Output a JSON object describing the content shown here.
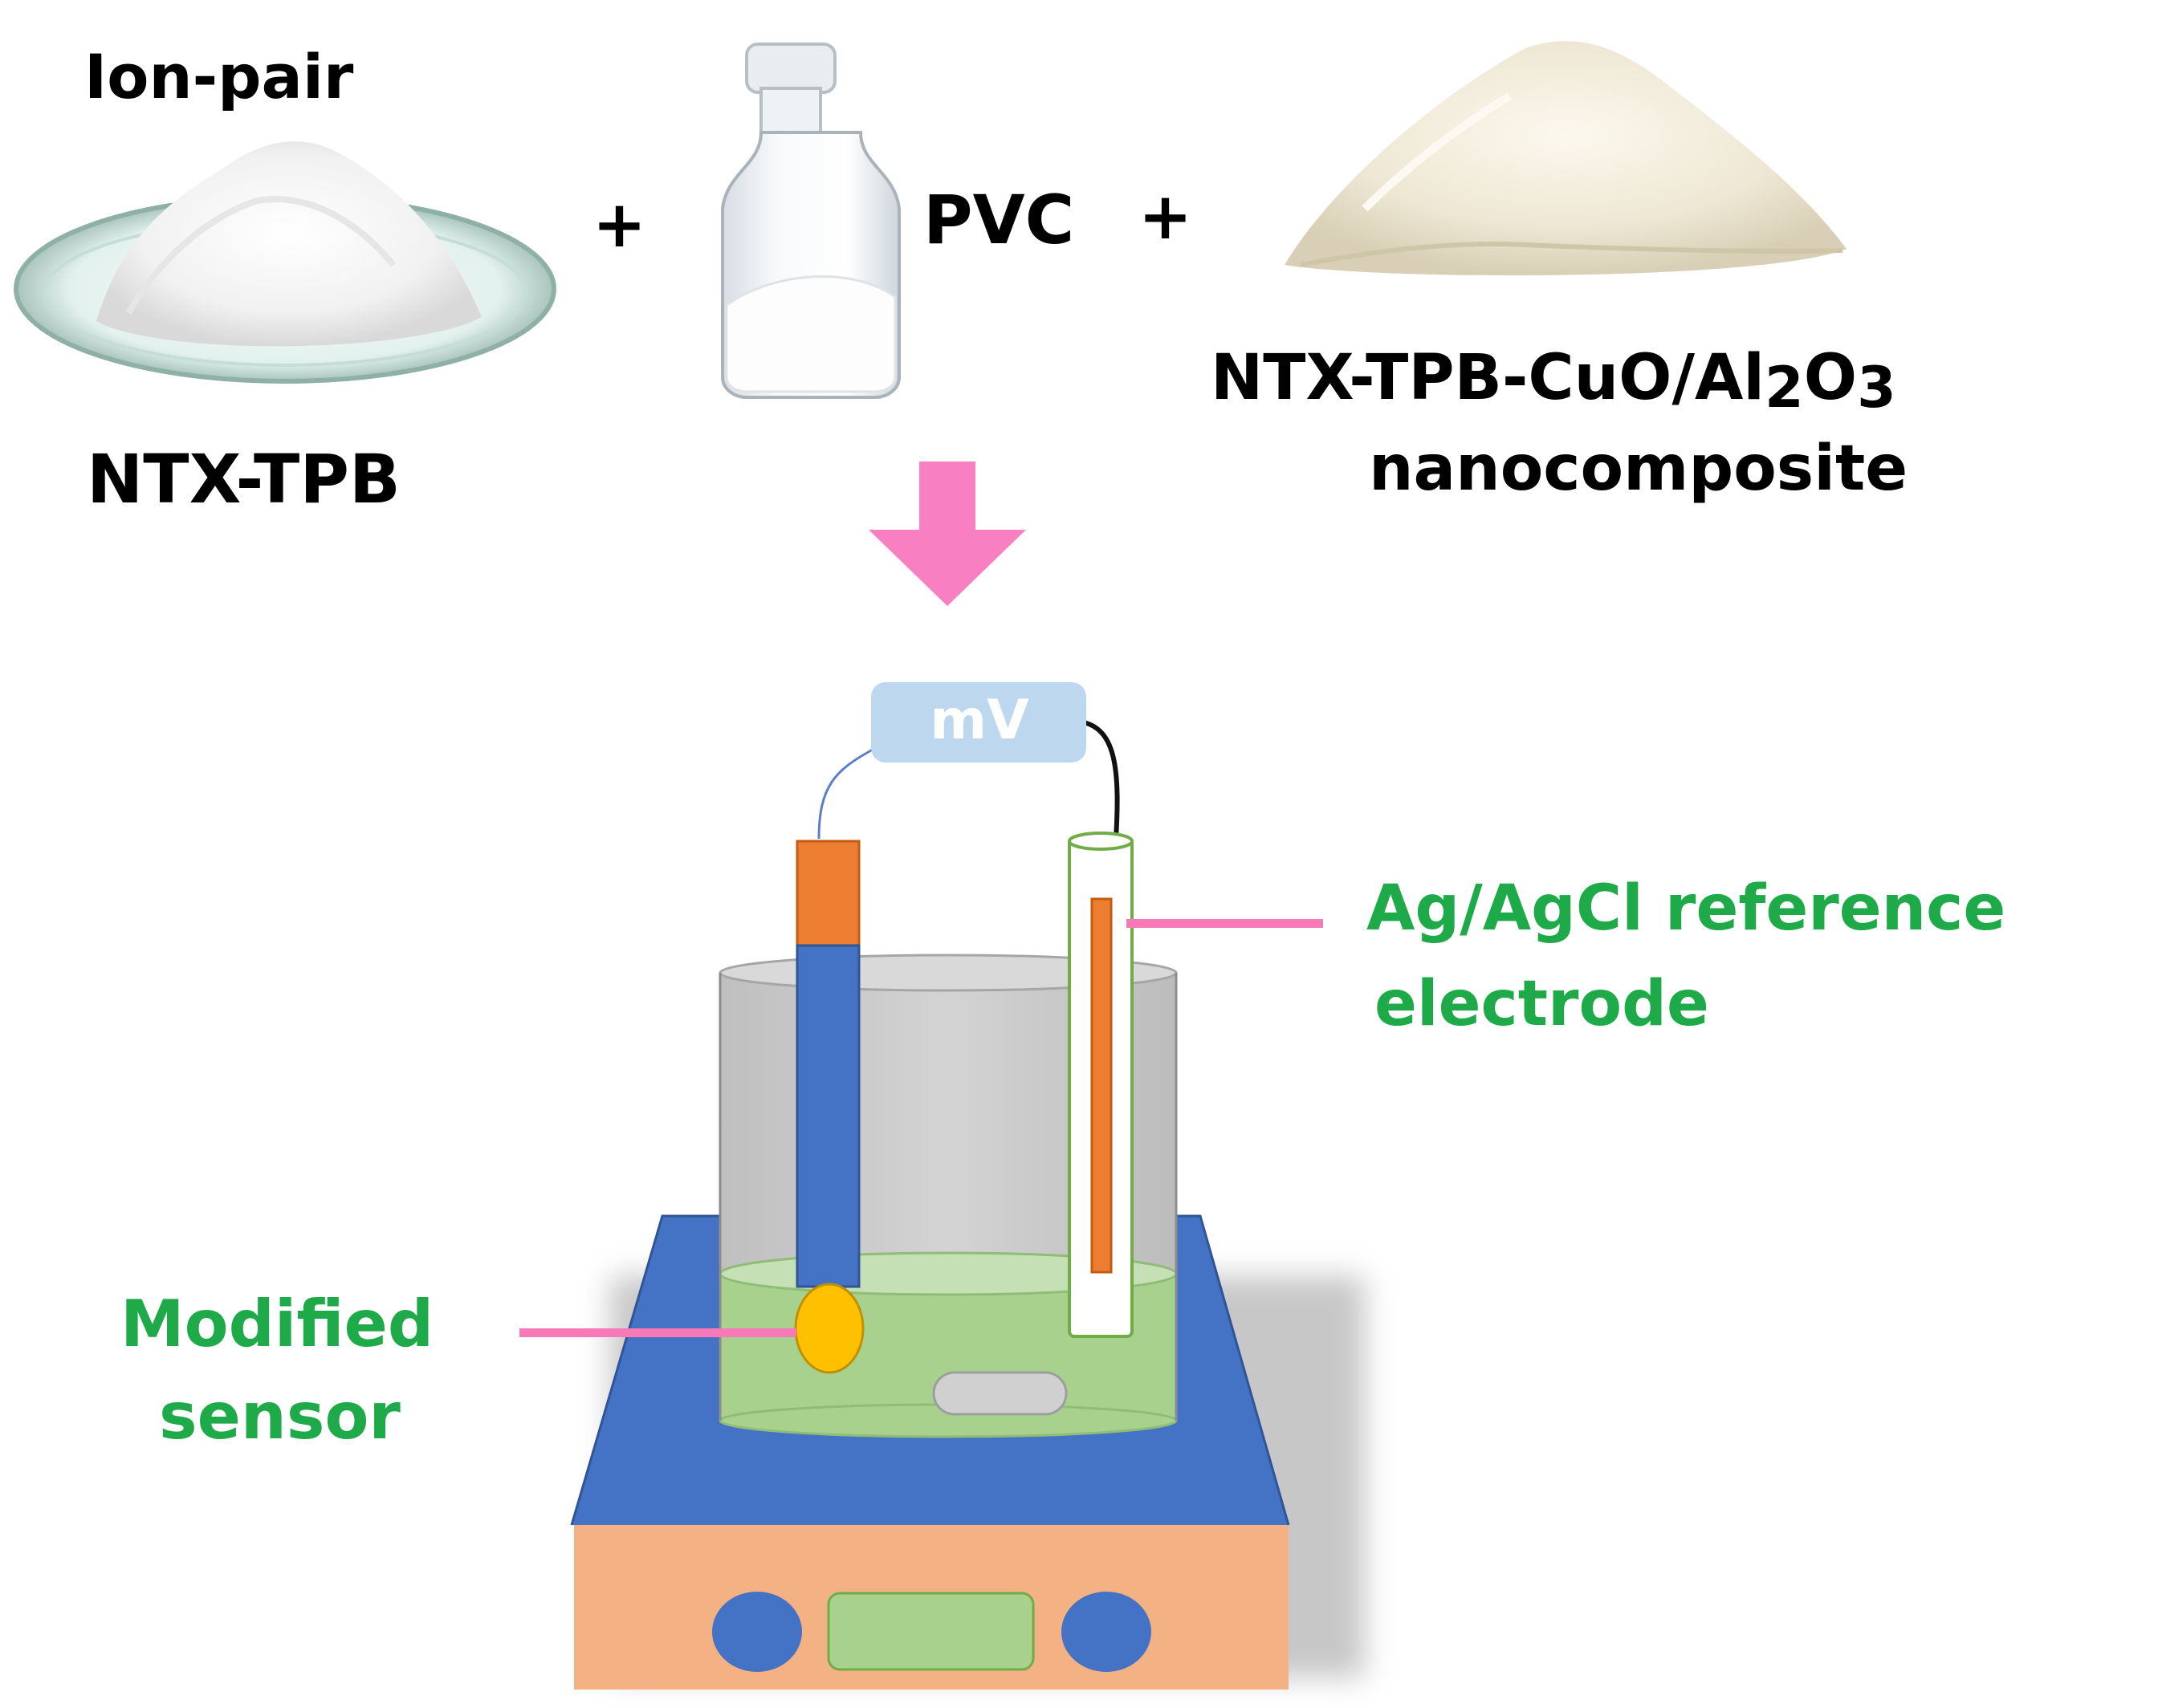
{
  "top": {
    "ion_pair_label": "Ion-pair",
    "ntx_tpb_label": "NTX-TPB",
    "plus_1": "+",
    "pvc_label": "PVC",
    "plus_2": "+",
    "nanocomposite_formula_main": "NTX-TPB-CuO/Al",
    "nanocomposite_formula_sub1": "2",
    "nanocomposite_formula_mid": "O",
    "nanocomposite_formula_sub2": "3",
    "nanocomposite_label": "nanocomposite"
  },
  "cell": {
    "meter_label": "mV",
    "reference_label_line1": "Ag/AgCl reference",
    "reference_label_line2": "electrode",
    "sensor_label_line1": "Modified",
    "sensor_label_line2": "sensor"
  },
  "colors": {
    "arrow": "#f77fc2",
    "label_green": "#1faa4a",
    "electrode_blue": "#4472c4",
    "electrode_orange": "#ed7d31",
    "sensor_tip": "#ffc000",
    "solution": "#a9d18e",
    "stirrer_top": "#4472c4",
    "stirrer_body": "#f4b183",
    "meter_box": "#bdd7ee",
    "pointer_line": "#f779b8"
  }
}
